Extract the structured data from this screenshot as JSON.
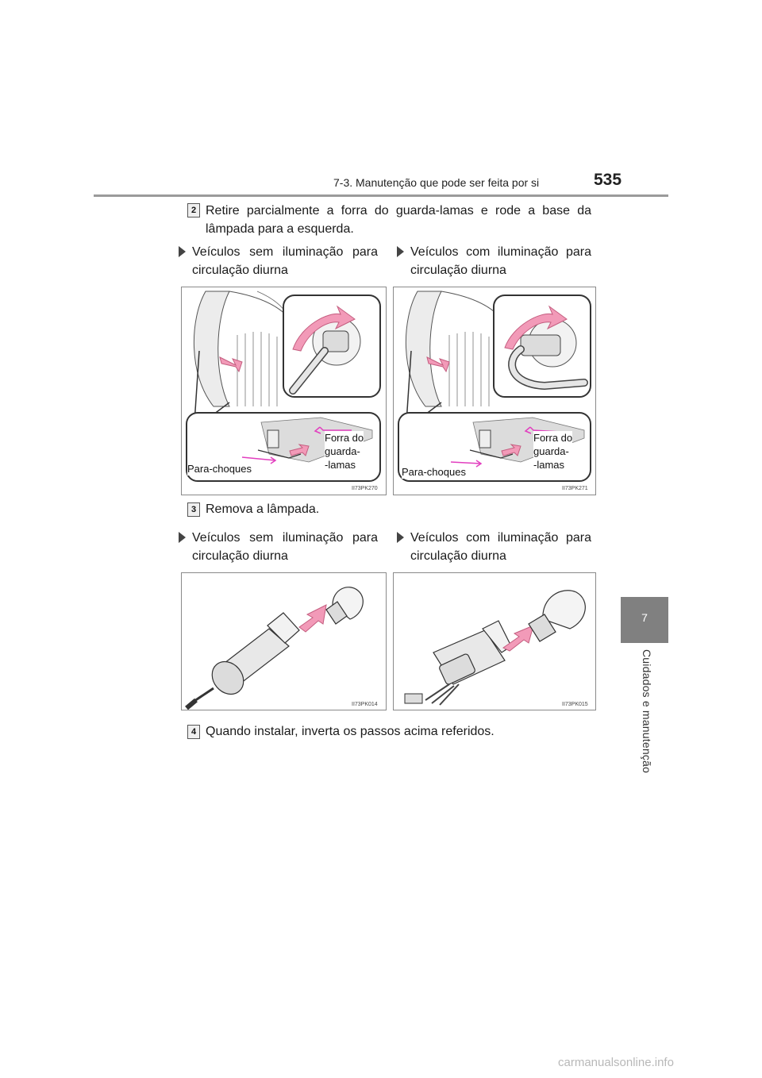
{
  "header": {
    "section_title": "7-3. Manutenção que pode ser feita por si",
    "page_number": "535"
  },
  "side_tab": {
    "chapter_number": "7",
    "chapter_title": "Cuidados e manutenção"
  },
  "steps": [
    {
      "number": "2",
      "text": "Retire parcialmente a forra do guarda-lamas e rode a base da lâmpada para a esquerda."
    },
    {
      "number": "3",
      "text": "Remova a lâmpada."
    },
    {
      "number": "4",
      "text": "Quando instalar, inverta os passos acima referidos."
    }
  ],
  "conditions": {
    "without_drl": "Veículos sem iluminação para circulação diurna",
    "with_drl": "Veículos com iluminação para circulação diurna"
  },
  "figures": [
    {
      "code": "II73PK270",
      "label_bumper": "Para-choques",
      "label_liner_1": "Forra do",
      "label_liner_2": "guarda-",
      "label_liner_3": "-lamas"
    },
    {
      "code": "II73PK271",
      "label_bumper": "Para-choques",
      "label_liner_1": "Forra do",
      "label_liner_2": "guarda-",
      "label_liner_3": "-lamas"
    },
    {
      "code": "II73PK014"
    },
    {
      "code": "II73PK015"
    }
  ],
  "colors": {
    "arrow_pink": "#f29ab8",
    "arrow_stroke": "#d0607f",
    "callout_line_magenta": "#e23fbf",
    "tab_gray": "#808080"
  },
  "watermark": "carmanualsonline.info"
}
